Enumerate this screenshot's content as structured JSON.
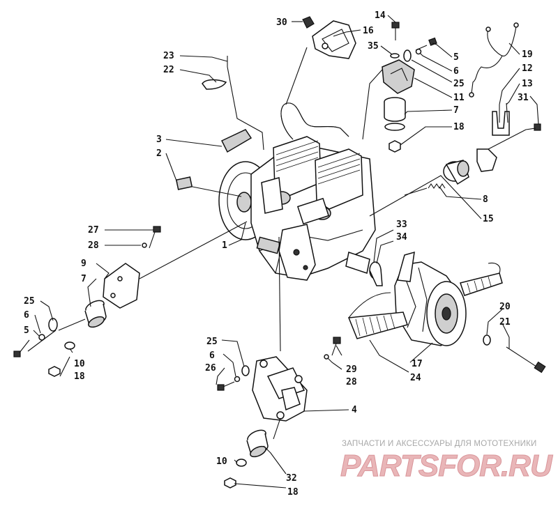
{
  "diagram": {
    "callouts": [
      "1",
      "2",
      "3",
      "4",
      "5",
      "6",
      "7",
      "8",
      "9",
      "10",
      "11",
      "12",
      "13",
      "14",
      "15",
      "16",
      "17",
      "18",
      "19",
      "20",
      "21",
      "22",
      "23",
      "24",
      "25",
      "26",
      "27",
      "28",
      "29",
      "30",
      "31",
      "32",
      "33",
      "34",
      "35"
    ]
  },
  "callout_labels": [
    {
      "n": "30"
    },
    {
      "n": "16"
    },
    {
      "n": "14"
    },
    {
      "n": "35"
    },
    {
      "n": "5"
    },
    {
      "n": "6"
    },
    {
      "n": "25"
    },
    {
      "n": "11"
    },
    {
      "n": "7"
    },
    {
      "n": "18"
    },
    {
      "n": "19"
    },
    {
      "n": "12"
    },
    {
      "n": "13"
    },
    {
      "n": "31"
    },
    {
      "n": "23"
    },
    {
      "n": "22"
    },
    {
      "n": "3"
    },
    {
      "n": "2"
    },
    {
      "n": "8"
    },
    {
      "n": "15"
    },
    {
      "n": "27"
    },
    {
      "n": "28"
    },
    {
      "n": "1"
    },
    {
      "n": "9"
    },
    {
      "n": "7"
    },
    {
      "n": "25"
    },
    {
      "n": "6"
    },
    {
      "n": "5"
    },
    {
      "n": "10"
    },
    {
      "n": "18"
    },
    {
      "n": "33"
    },
    {
      "n": "34"
    },
    {
      "n": "20"
    },
    {
      "n": "21"
    },
    {
      "n": "17"
    },
    {
      "n": "24"
    },
    {
      "n": "25"
    },
    {
      "n": "6"
    },
    {
      "n": "26"
    },
    {
      "n": "29"
    },
    {
      "n": "28"
    },
    {
      "n": "4"
    },
    {
      "n": "10"
    },
    {
      "n": "32"
    },
    {
      "n": "18"
    }
  ],
  "watermark": {
    "tagline": "ЗАПЧАСТИ И АКСЕССУАРЫ ДЛЯ МОТОТЕХНИКИ",
    "logo": "PARTSFOR.RU"
  }
}
